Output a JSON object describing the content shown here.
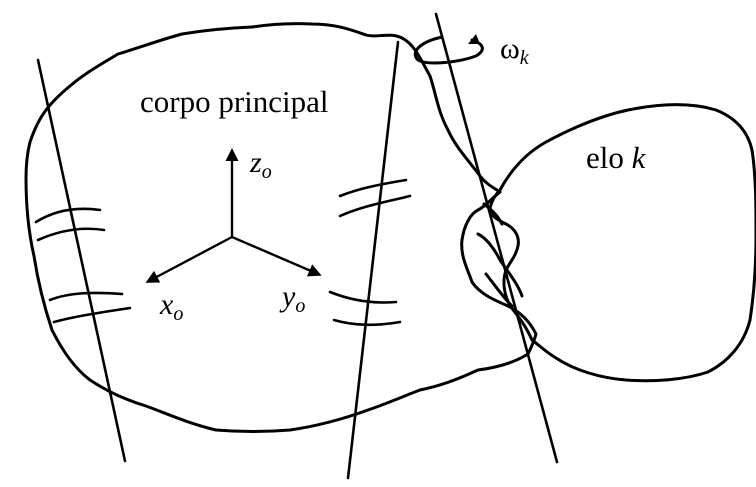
{
  "labels": {
    "main_body": "corpo principal",
    "link_prefix": "elo ",
    "link_symbol": "k",
    "axis_z": "z",
    "axis_x": "x",
    "axis_y": "y",
    "axis_subscript": "o",
    "omega": "ω",
    "omega_subscript": "k"
  },
  "colors": {
    "ink": "#000000",
    "background": "#ffffff"
  }
}
